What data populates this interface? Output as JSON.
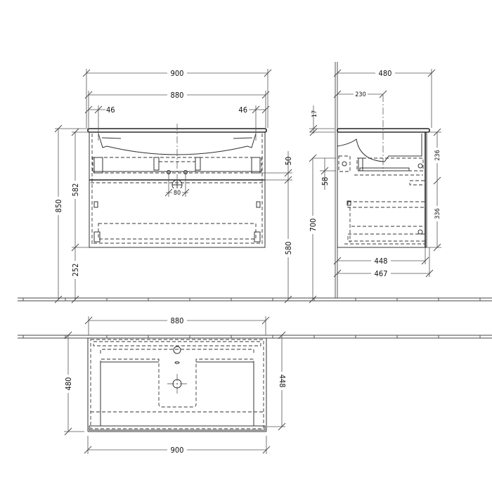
{
  "drawing": {
    "type": "technical dimension drawing — vanity unit with washbasin",
    "units": "mm"
  },
  "front_view": {
    "dimensions": {
      "overall_width": "900",
      "basin_width": "880",
      "left_inset": "46",
      "right_inset": "46",
      "overall_height": "850",
      "unit_height": "582",
      "floor_clearance": "252",
      "drain_height": "580",
      "drain_offset": "50",
      "drain_diameter": "80"
    }
  },
  "side_view": {
    "dimensions": {
      "overall_depth": "480",
      "basin_center_offset": "230",
      "top_thickness": "17",
      "upper_drawer_height": "236",
      "lower_drawer_height": "336",
      "bracket_height": "58",
      "mount_height": "700",
      "cabinet_depth": "448",
      "cabinet_depth_total": "467"
    }
  },
  "top_view": {
    "dimensions": {
      "basin_width": "880",
      "overall_width": "900",
      "overall_depth": "480",
      "cabinet_depth": "448"
    }
  }
}
